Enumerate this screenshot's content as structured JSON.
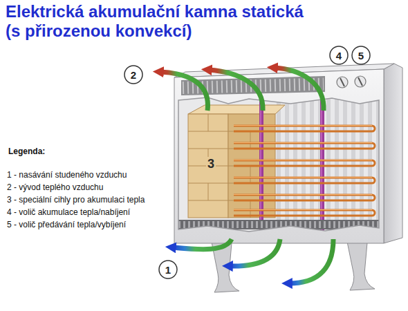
{
  "diagram": {
    "title": "Elektrická akumulační kamna statická (s přirozenou konvekcí)",
    "nodes": [
      {
        "text": [
          "4"
        ]
      },
      {
        "text": [
          "5"
        ]
      },
      {
        "text": [
          "2"
        ]
      },
      {
        "text": [
          "1"
        ]
      }
    ],
    "labels": [
      "Legenda:",
      "3"
    ],
    "legend": [
      {
        "text": "1 - nasávání studeného vzduchu"
      },
      {
        "text": "2 - vývod teplého vzduchu"
      },
      {
        "text": "3 - speciální cihly pro akumulaci tepla"
      },
      {
        "text": "4 - volič akumulace tepla/nabíjení"
      },
      {
        "text": "5 - volič předávání tepla/vybíjení"
      }
    ]
  }
}
